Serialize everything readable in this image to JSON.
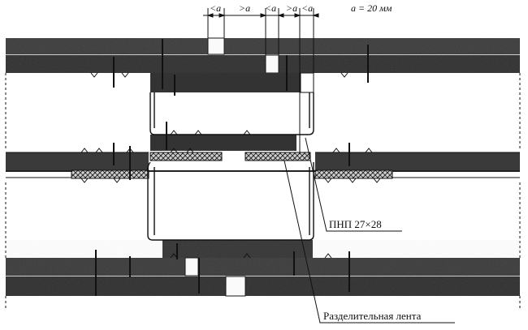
{
  "dimensions": {
    "param_a": "a = 20 мм",
    "labels": [
      "<a",
      ">a",
      "<a",
      ">a",
      "<a"
    ]
  },
  "callouts": {
    "profile": "ПНП 27×28",
    "tape": "Разделительная лента"
  },
  "colors": {
    "board": "#3a3a3a",
    "board_dark": "#262626",
    "line": "#111111",
    "tape": "#9a9a9a"
  }
}
